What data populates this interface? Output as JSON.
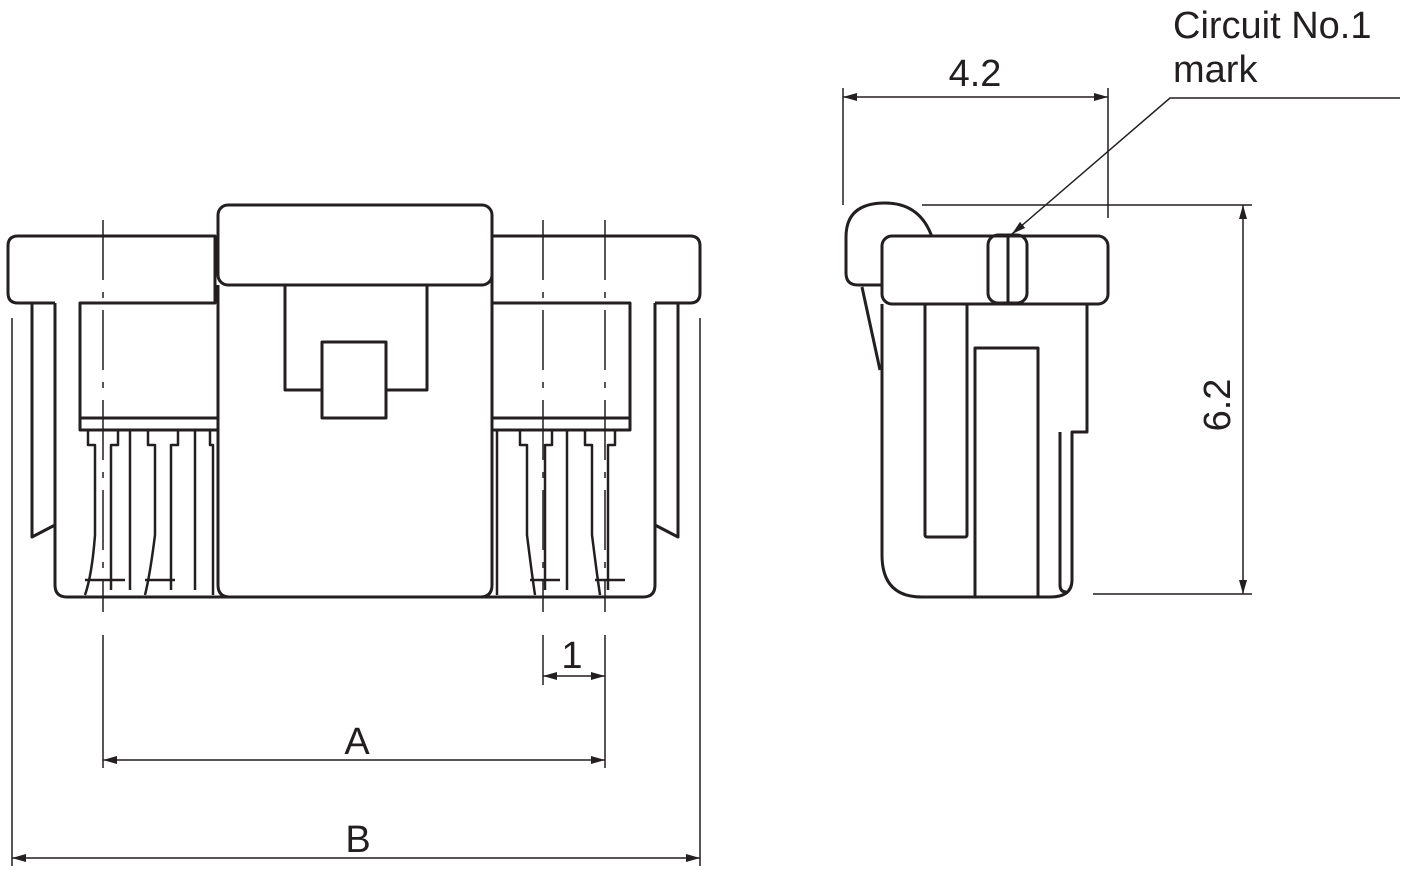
{
  "front_view": {
    "dim_pitch": "1",
    "dim_a": "A",
    "dim_b": "B"
  },
  "side_view": {
    "dim_width": "4.2",
    "dim_height": "6.2",
    "callout_line1": "Circuit No.1",
    "callout_line2": "mark"
  }
}
